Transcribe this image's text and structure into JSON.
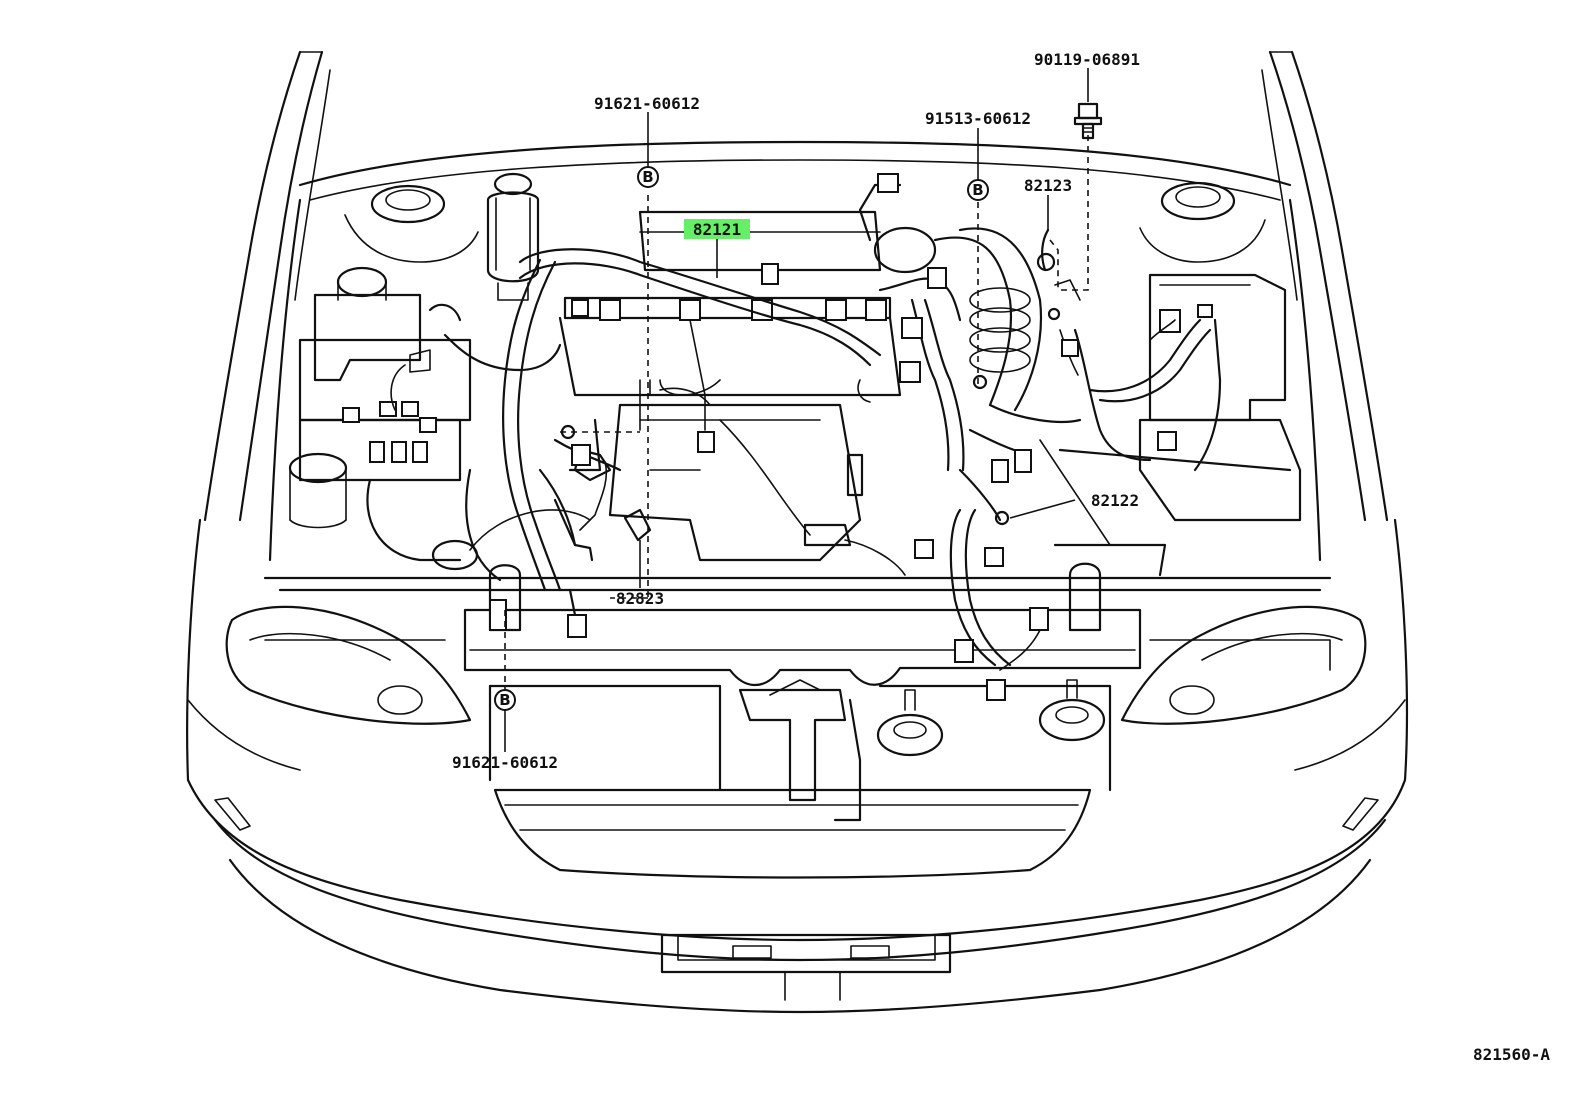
{
  "parts": {
    "p91621_top": "91621-60612",
    "p82121": "82121",
    "p91513": "91513-60612",
    "p90119": "90119-06891",
    "p82123": "82123",
    "p82122": "82122",
    "p82823": "82823",
    "p91621_bottom": "91621-60612"
  },
  "markers": {
    "b1": "B",
    "b2": "B",
    "b3": "B"
  },
  "figure_code": "821560-A",
  "colors": {
    "highlight": "#66ee66",
    "ink": "#111111",
    "background": "#ffffff"
  }
}
